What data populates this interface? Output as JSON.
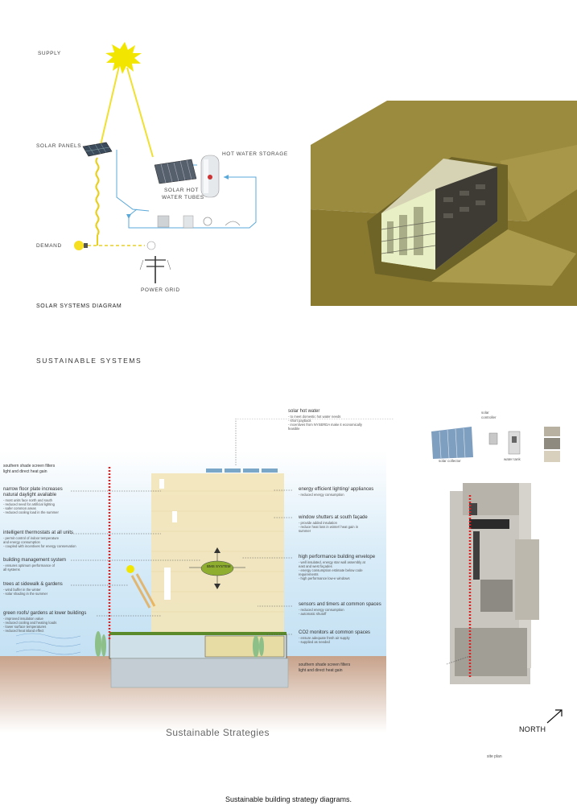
{
  "solar_diagram": {
    "supply": "SUPPLY",
    "solar_panels": "SOLAR PANELS",
    "hot_water_storage": "HOT WATER STORAGE",
    "solar_hot_water_tubes_l1": "SOLAR HOT",
    "solar_hot_water_tubes_l2": "WATER TUBES",
    "demand": "DEMAND",
    "power_grid": "POWER GRID",
    "title": "SOLAR SYSTEMS DIAGRAM"
  },
  "section_title": "SUSTAINABLE SYSTEMS",
  "strategies": {
    "left": [
      {
        "title": "southern shade screen filters",
        "sub": "light and direct heat gain"
      },
      {
        "title": "narrow floor plate increases natural daylight available",
        "sub": "- most units face north and south\n- reduced need for artificial lighting\n- safer common areas\n- reduced cooling load in the summer"
      },
      {
        "title": "intelligent thermostats at all units",
        "sub": "- permit control of indoor temperature\n  and energy consumption\n- coupled with incentives for energy conservation"
      },
      {
        "title": "building management system",
        "sub": "- ensures optimum performance of\n  all systems"
      },
      {
        "title": "trees at sidewalk & gardens",
        "sub": "- wind buffer in the winter\n- solar shading in the summer"
      },
      {
        "title": "green roofs/ gardens at lower buildings",
        "sub": "- improved insulation value\n- reduced cooling and heating loads\n- lower surface temperatures\n- reduced heat island effect"
      }
    ],
    "right": [
      {
        "title": "solar hot water",
        "sub": "- to meet domestic hot water needs\n- short payback\n- incentives from NYSERDA make it economically\n  feasible"
      },
      {
        "title": "energy efficient lighting/ appliances",
        "sub": "- reduced energy consumption"
      },
      {
        "title": "window shutters at south façade",
        "sub": "- provide added insulation\n- reduce heat loss in winter/ heat gain in\n  summer"
      },
      {
        "title": "high performance building envelope",
        "sub": "- well insulated, energy star wall assembly at\n  east and west façades\n- energy consumption estimate below code\n  requirements\n- high performance low-e windows"
      },
      {
        "title": "sensors and timers at common spaces",
        "sub": "- reduced energy consumption\n- automatic shutoff"
      },
      {
        "title": "CO2 monitors at common spaces",
        "sub": "- ensure adequate fresh air supply\n- supplied as needed"
      },
      {
        "title": "southern shade screen filters",
        "sub": "light and direct heat gain"
      }
    ],
    "bms_label": "BMS SYSTEM",
    "caption_strategies": "Sustainable Strategies"
  },
  "solar_photos": {
    "solar_collector": "solar collector",
    "water_tank": "water tank",
    "solar_controller": "solar\ncontroller"
  },
  "site": {
    "north": "NORTH",
    "site_plan": "site plan"
  },
  "figure_caption": "Sustainable building strategy diagrams.",
  "colors": {
    "sun": "#f2e600",
    "supply_line": "#f0e030",
    "loop_line": "#5aa8d8",
    "red_line": "#e02020",
    "earth": "#9a8a3c",
    "building_yellow": "#f3e4b8"
  }
}
